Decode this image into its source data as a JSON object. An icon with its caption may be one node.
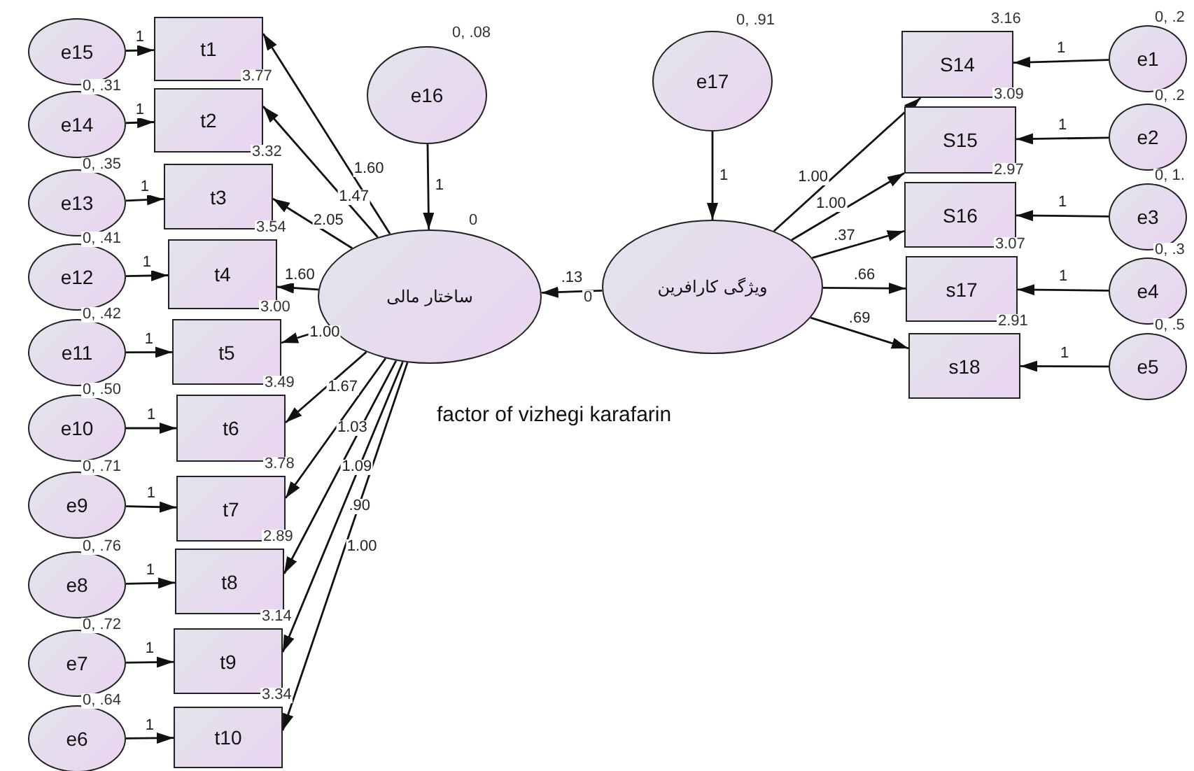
{
  "diagram": {
    "nodes": [
      {
        "text": [
          "e15"
        ]
      },
      {
        "text": [
          "t1"
        ]
      },
      {
        "text": [
          "e14"
        ],
        "beside": [
          "0, .31"
        ]
      },
      {
        "text": [
          "t2"
        ],
        "beside": [
          "3.77"
        ]
      },
      {
        "text": [
          "e13"
        ],
        "beside": [
          "0, .35"
        ]
      },
      {
        "text": [
          "t3"
        ],
        "beside": [
          "3.32"
        ]
      },
      {
        "text": [
          "e12"
        ],
        "beside": [
          "0, .41"
        ]
      },
      {
        "text": [
          "t4"
        ],
        "beside": [
          "3.54"
        ]
      },
      {
        "text": [
          "e11"
        ],
        "beside": [
          "0, .42"
        ]
      },
      {
        "text": [
          "t5"
        ],
        "beside": [
          "3.00"
        ]
      },
      {
        "text": [
          "e10"
        ],
        "beside": [
          "0, .50"
        ]
      },
      {
        "text": [
          "t6"
        ],
        "beside": [
          "3.49"
        ]
      },
      {
        "text": [
          "e9"
        ],
        "beside": [
          "0, .71"
        ]
      },
      {
        "text": [
          "t7"
        ],
        "beside": [
          "3.78"
        ]
      },
      {
        "text": [
          "e8"
        ],
        "beside": [
          "0, .76"
        ]
      },
      {
        "text": [
          "t8"
        ],
        "beside": [
          "2.89"
        ]
      },
      {
        "text": [
          "e7"
        ],
        "beside": [
          "0, .72"
        ]
      },
      {
        "text": [
          "t9"
        ],
        "beside": [
          "3.14"
        ]
      },
      {
        "text": [
          "e6"
        ],
        "beside": [
          "0, .64"
        ]
      },
      {
        "text": [
          "t10"
        ],
        "beside": [
          "3.34"
        ]
      },
      {
        "text": [
          "e16"
        ],
        "beside": [
          "0, .08"
        ]
      },
      {
        "text": [
          "ساختار مالی"
        ],
        "beside": [
          "0"
        ]
      },
      {
        "text": [
          "e17"
        ],
        "beside": [
          "0, .91"
        ]
      },
      {
        "text": [
          "ویژگی کارافرین"
        ],
        "beside": [
          "0"
        ]
      },
      {
        "text": [
          "S14"
        ],
        "beside": [
          "3.16"
        ]
      },
      {
        "text": [
          "e1"
        ],
        "beside": [
          "0, .2"
        ]
      },
      {
        "text": [
          "S15"
        ],
        "beside": [
          "3.09"
        ]
      },
      {
        "text": [
          "e2"
        ],
        "beside": [
          "0, .2"
        ]
      },
      {
        "text": [
          "S16"
        ],
        "beside": [
          "2.97"
        ]
      },
      {
        "text": [
          "e3"
        ],
        "beside": [
          "0, 1."
        ]
      },
      {
        "text": [
          "s17"
        ],
        "beside": [
          "3.07"
        ]
      },
      {
        "text": [
          "e4"
        ],
        "beside": [
          "0, .3"
        ]
      },
      {
        "text": [
          "s18"
        ],
        "beside": [
          "2.91"
        ]
      },
      {
        "text": [
          "e5"
        ],
        "beside": [
          "0, .5"
        ]
      }
    ],
    "edges": [
      {
        "from": 0,
        "to": 1,
        "arrow": "to",
        "label": "1"
      },
      {
        "from": 2,
        "to": 3,
        "arrow": "to",
        "label": "1"
      },
      {
        "from": 4,
        "to": 5,
        "arrow": "to",
        "label": "1"
      },
      {
        "from": 6,
        "to": 7,
        "arrow": "to",
        "label": "1"
      },
      {
        "from": 8,
        "to": 9,
        "arrow": "to",
        "label": "1"
      },
      {
        "from": 10,
        "to": 11,
        "arrow": "to",
        "label": "1"
      },
      {
        "from": 12,
        "to": 13,
        "arrow": "to",
        "label": "1"
      },
      {
        "from": 14,
        "to": 15,
        "arrow": "to",
        "label": "1"
      },
      {
        "from": 16,
        "to": 17,
        "arrow": "to",
        "label": "1"
      },
      {
        "from": 18,
        "to": 19,
        "arrow": "to",
        "label": "1"
      },
      {
        "from": 21,
        "to": 1,
        "arrow": "to",
        "label": "1.60"
      },
      {
        "from": 21,
        "to": 3,
        "arrow": "to",
        "label": "1.47"
      },
      {
        "from": 21,
        "to": 5,
        "arrow": "to",
        "label": "2.05"
      },
      {
        "from": 21,
        "to": 7,
        "arrow": "to",
        "label": "1.60"
      },
      {
        "from": 21,
        "to": 9,
        "arrow": "to",
        "label": "1.00"
      },
      {
        "from": 21,
        "to": 11,
        "arrow": "to",
        "label": "1.67"
      },
      {
        "from": 21,
        "to": 13,
        "arrow": "to",
        "label": "1.03"
      },
      {
        "from": 21,
        "to": 15,
        "arrow": "to",
        "label": "1.09"
      },
      {
        "from": 21,
        "to": 17,
        "arrow": "to",
        "label": ".90"
      },
      {
        "from": 21,
        "to": 19,
        "arrow": "to",
        "label": "1.00"
      },
      {
        "from": 20,
        "to": 21,
        "arrow": "to",
        "label": "1"
      },
      {
        "from": 22,
        "to": 23,
        "arrow": "to",
        "label": "1"
      },
      {
        "from": 23,
        "to": 21,
        "arrow": "to",
        "label": ".13"
      },
      {
        "from": 23,
        "to": 24,
        "arrow": "to",
        "label": "1.00"
      },
      {
        "from": 23,
        "to": 26,
        "arrow": "to",
        "label": "1.00"
      },
      {
        "from": 23,
        "to": 28,
        "arrow": "to",
        "label": ".37"
      },
      {
        "from": 23,
        "to": 30,
        "arrow": "to",
        "label": ".66"
      },
      {
        "from": 23,
        "to": 32,
        "arrow": "to",
        "label": ".69"
      },
      {
        "from": 25,
        "to": 24,
        "arrow": "to",
        "label": "1"
      },
      {
        "from": 27,
        "to": 26,
        "arrow": "to",
        "label": "1"
      },
      {
        "from": 29,
        "to": 28,
        "arrow": "to",
        "label": "1"
      },
      {
        "from": 31,
        "to": 30,
        "arrow": "to",
        "label": "1"
      },
      {
        "from": 33,
        "to": 32,
        "arrow": "to",
        "label": "1"
      }
    ],
    "labels": [
      "factor of vizhegi karafarin"
    ]
  }
}
